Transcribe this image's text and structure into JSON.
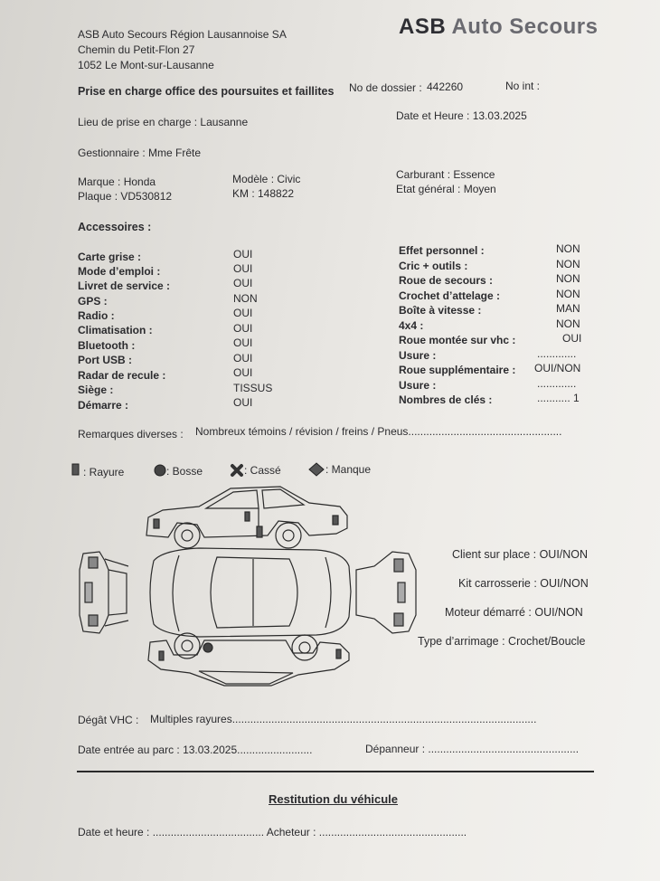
{
  "company": {
    "name": "ASB Auto Secours Région Lausannoise SA",
    "street": "Chemin du Petit-Flon 27",
    "city": "1052 Le Mont-sur-Lausanne"
  },
  "brand": {
    "word1": "ASB",
    "word2": "Auto Secours"
  },
  "header": {
    "title": "Prise en charge office des poursuites et faillites",
    "dossier_label": "No de dossier :",
    "dossier_value": "442260",
    "int_label": "No int :"
  },
  "fields": {
    "lieu": "Lieu de prise en charge : Lausanne",
    "date_heure": "Date et Heure : 13.03.2025",
    "gestionnaire": "Gestionnaire : Mme Frête",
    "marque": "Marque : Honda",
    "modele": "Modèle : Civic",
    "carburant": "Carburant : Essence",
    "plaque": "Plaque : VD530812",
    "km": "KM : 148822",
    "etat": "Etat général : Moyen"
  },
  "accessoires_title": "Accessoires :",
  "accessoires_left": [
    {
      "label": "Carte grise :",
      "value": "OUI"
    },
    {
      "label": "Mode d’emploi :",
      "value": "OUI"
    },
    {
      "label": "Livret de service :",
      "value": "OUI"
    },
    {
      "label": "GPS :",
      "value": "NON"
    },
    {
      "label": "Radio :",
      "value": "OUI"
    },
    {
      "label": "Climatisation :",
      "value": "OUI"
    },
    {
      "label": "Bluetooth :",
      "value": "OUI"
    },
    {
      "label": "Port USB :",
      "value": "OUI"
    },
    {
      "label": "Radar de recule :",
      "value": "OUI"
    },
    {
      "label": "Siège :",
      "value": "TISSUS"
    },
    {
      "label": "Démarre :",
      "value": "OUI"
    }
  ],
  "accessoires_right": [
    {
      "label": "Effet personnel :",
      "value": "NON"
    },
    {
      "label": "Cric + outils :",
      "value": "NON"
    },
    {
      "label": "Roue de secours :",
      "value": "NON"
    },
    {
      "label": "Crochet d’attelage :",
      "value": "NON"
    },
    {
      "label": "Boîte à vitesse :",
      "value": "MAN"
    },
    {
      "label": "4x4 :",
      "value": "NON"
    },
    {
      "label": "Roue montée sur vhc :",
      "value": "OUI"
    },
    {
      "label": "Usure :",
      "value": "............."
    },
    {
      "label": "Roue supplémentaire :",
      "value": "OUI/NON"
    },
    {
      "label": "Usure :",
      "value": "............."
    },
    {
      "label": "Nombres de clés :",
      "value": "........... 1"
    }
  ],
  "remarques": {
    "label": "Remarques diverses :",
    "value": "Nombreux témoins / révision / freins / Pneus..................................................."
  },
  "legend": {
    "rayure": ": Rayure",
    "bosse": ": Bosse",
    "casse": ": Cassé",
    "manque": ": Manque"
  },
  "checks": [
    "Client sur place : OUI/NON",
    "Kit carrosserie : OUI/NON",
    "Moteur démarré : OUI/NON",
    "Type d’arrimage : Crochet/Boucle"
  ],
  "degat": {
    "label": "Dégât VHC :",
    "value": "Multiples rayures....................................................................................................."
  },
  "entree": "Date entrée au parc : 13.03.2025.........................",
  "depanneur": "Dépanneur : ..................................................",
  "restitution": {
    "title": "Restitution du véhicule",
    "line": "Date et heure : ..................................... Acheteur : ................................................."
  },
  "colors": {
    "ink": "#2b2b2e",
    "paper": "#eeece8"
  }
}
